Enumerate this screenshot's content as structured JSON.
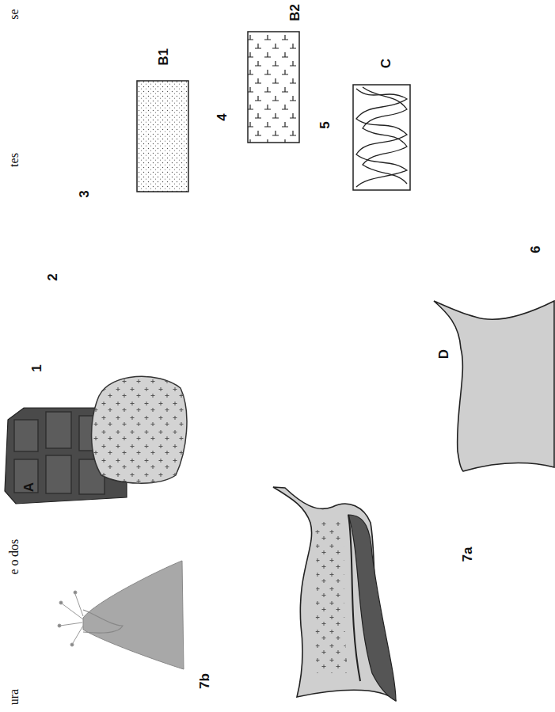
{
  "diagram": {
    "labels": [
      "se",
      "tes",
      "dos",
      "e o",
      "ura",
      "A",
      "1",
      "2",
      "3",
      "B1",
      "4",
      "B2",
      "5",
      "C",
      "6",
      "D",
      "7a",
      "7b"
    ]
  }
}
